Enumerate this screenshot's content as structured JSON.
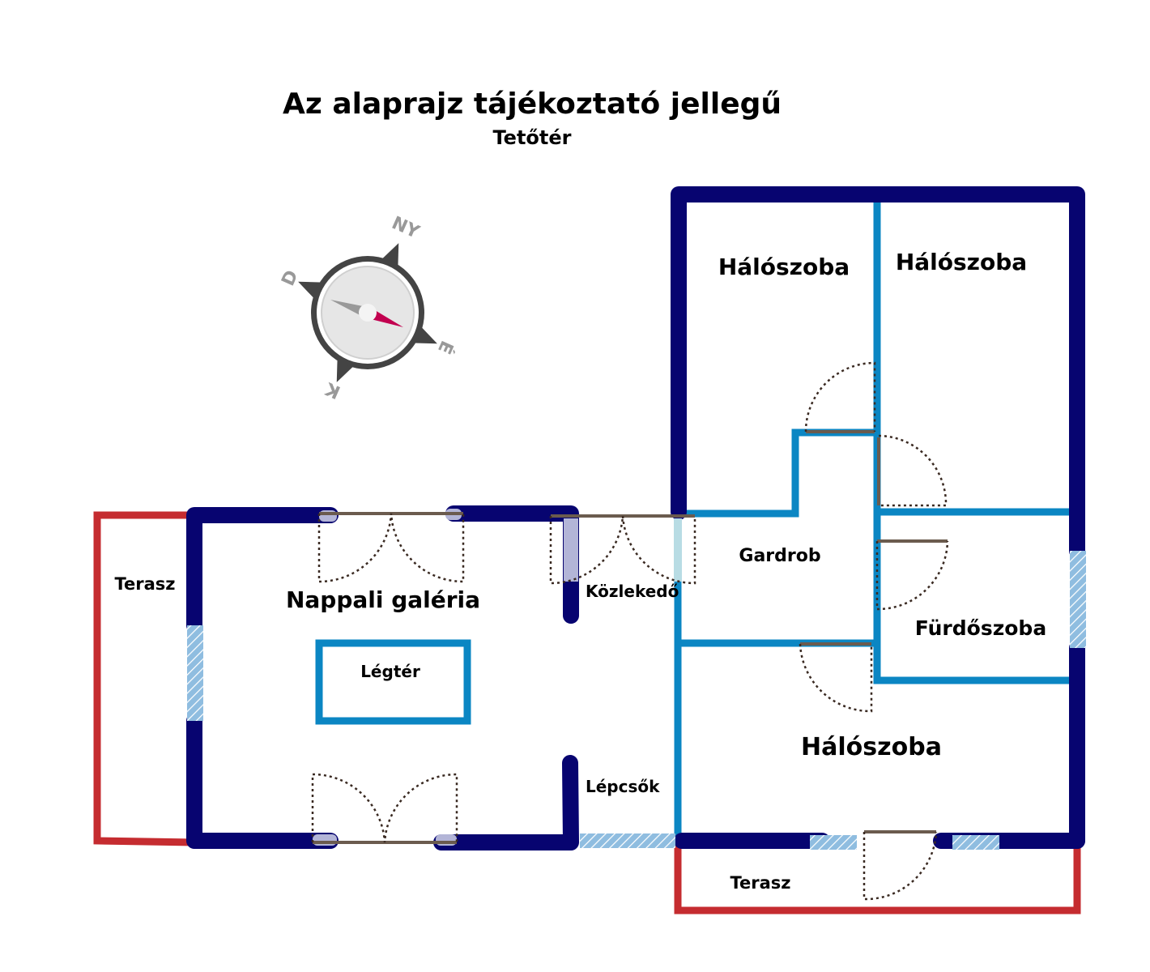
{
  "title": "Az alaprajz tájékoztató jellegű",
  "subtitle": "Tetőtér",
  "compass": {
    "north": "NY",
    "east": "É",
    "south": "K",
    "west": "D"
  },
  "rooms": {
    "bedroom_top_left": "Hálószoba",
    "bedroom_top_right": "Hálószoba",
    "bedroom_bottom": "Hálószoba",
    "wardrobe": "Gardrob",
    "bathroom": "Fürdőszoba",
    "living_gallery": "Nappali galéria",
    "void": "Légtér",
    "corridor": "Közlekedő",
    "stairs": "Lépcsők",
    "terrace_left": "Terasz",
    "terrace_bottom": "Terasz"
  },
  "colors": {
    "outer_wall": "#070470",
    "inner_wall": "#0b86c3",
    "terrace": "#c52c30",
    "window": "#88b8dc",
    "door": "#6b5b4e",
    "door_swing": "#3a2a22",
    "compass_ring": "#444444",
    "needle_red": "#c2004f",
    "needle_grey": "#999999"
  }
}
